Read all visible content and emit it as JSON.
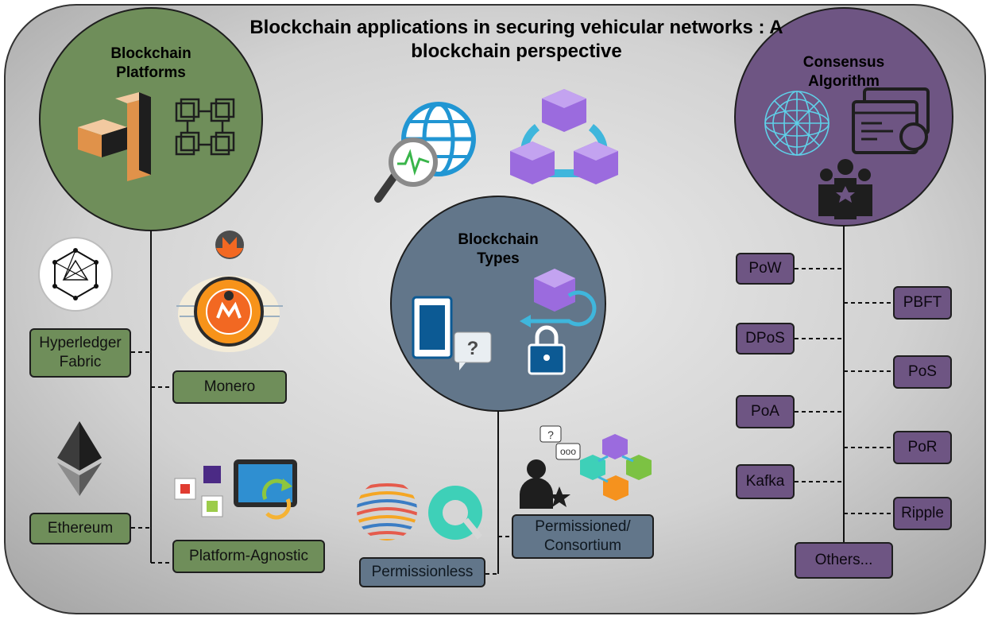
{
  "title": "Blockchain applications in securing vehicular networks : A blockchain perspective",
  "platforms": {
    "heading": "Blockchain Platforms",
    "items": [
      "Hyperledger Fabric",
      "Monero",
      "Ethereum",
      "Platform-Agnostic"
    ]
  },
  "types": {
    "heading": "Blockchain Types",
    "items": [
      "Permissionless",
      "Permissioned/ Consortium"
    ]
  },
  "consensus": {
    "heading": "Consensus Algorithm",
    "items": [
      "PoW",
      "PBFT",
      "DPoS",
      "PoS",
      "PoA",
      "PoR",
      "Kafka",
      "Ripple",
      "Others..."
    ]
  },
  "colors": {
    "platforms": "#6f8e5a",
    "types": "#62768a",
    "consensus": "#6e5583",
    "panel": "#c4c4c4"
  }
}
